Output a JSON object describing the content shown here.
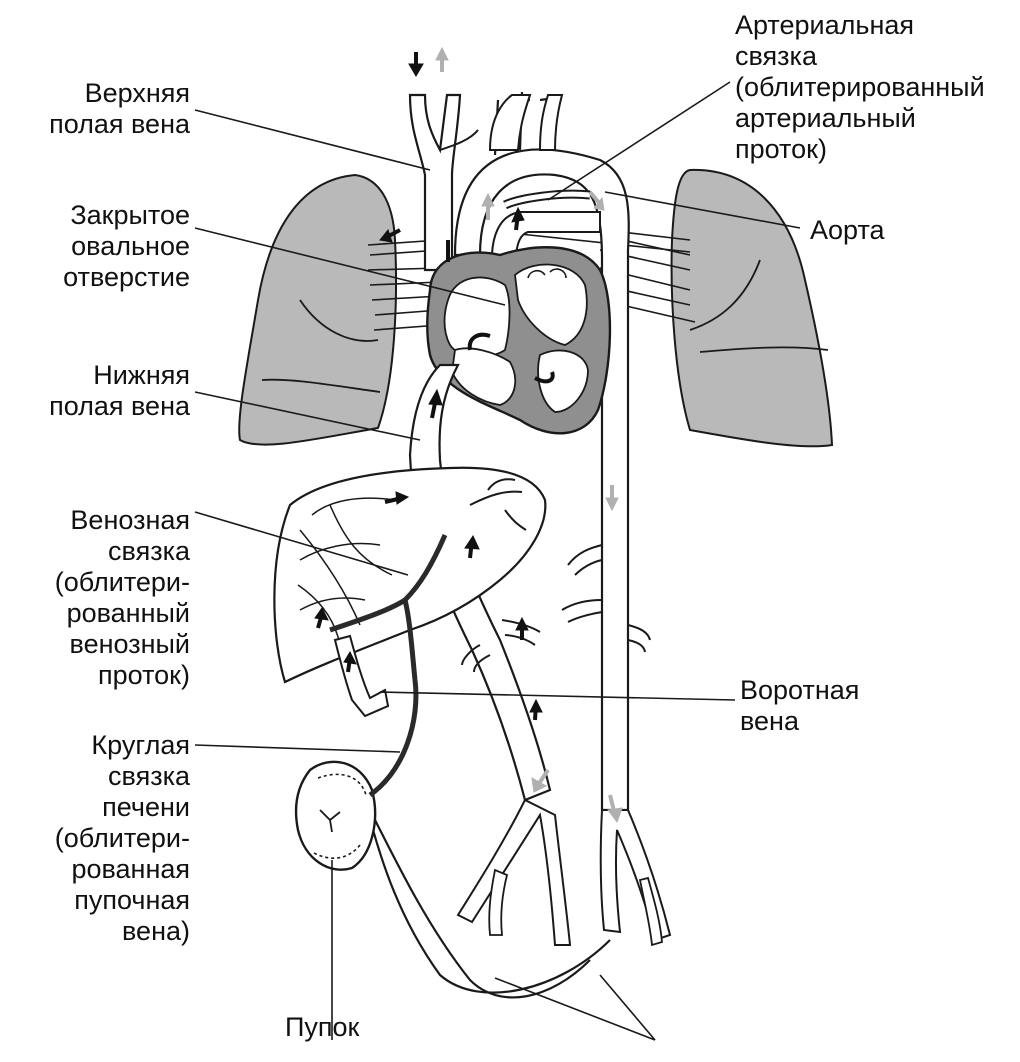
{
  "labels": {
    "superior_vena_cava": "Верхняя\nполая вена",
    "closed_foramen_ovale": "Закрытое\nовальное\nотверстие",
    "inferior_vena_cava": "Нижняя\nполая вена",
    "ligamentum_venosum": "Венозная\nсвязка\n(облитери-\nрованный\nвенозный\nпроток)",
    "round_ligament": "Круглая\nсвязка\nпечени\n(облитери-\nрованная\nпупочная\nвена)",
    "ligamentum_arteriosum": "Артериальная\nсвязка\n(облитерированный\nартериальный\nпроток)",
    "aorta": "Аорта",
    "portal_vein": "Воротная\nвена",
    "umbilicus": "Пупок"
  },
  "colors": {
    "vessel_fill": "#ffffff",
    "outline": "#1a1a1a",
    "lung_fill": "#b9b9b9",
    "heart_fill": "#8f8f8f",
    "gray_arrow": "#b0b0b0",
    "black_arrow": "#111111",
    "ligament": "#2a2a2a"
  }
}
